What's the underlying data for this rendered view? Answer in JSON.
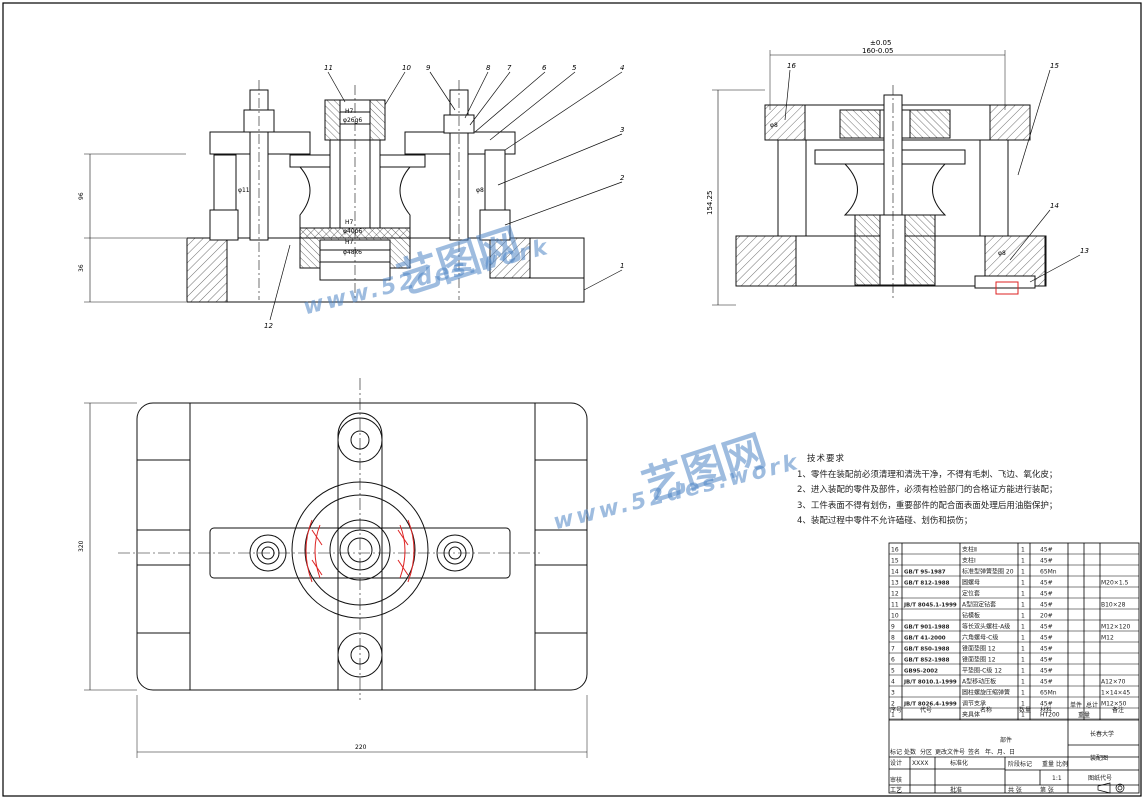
{
  "callouts": [
    "1",
    "2",
    "3",
    "4",
    "5",
    "6",
    "7",
    "8",
    "9",
    "10",
    "11",
    "12",
    "13",
    "14",
    "15",
    "16"
  ],
  "dims": {
    "left_h1": "96",
    "left_h2": "36",
    "fit_sec1": "H7",
    "fit_sec2": "φ26g6",
    "fit_mid1": "H7",
    "fit_mid2": "φ40p6",
    "fit_mid3": "H7",
    "fit_mid4": "φ48k6",
    "fit_pin": "φ11",
    "fit_pin2": "φ8",
    "right_tol": "±0.05",
    "right_width": "160-0.05",
    "right_h": "154.25",
    "right_small": "φ8",
    "right_small2": "φ8",
    "plan_h": "320",
    "plan_w": "220"
  },
  "tech": {
    "title": "技术要求",
    "items": [
      "1、零件在装配前必须清理和清洗干净，不得有毛刺、飞边、氧化皮；",
      "2、进入装配的零件及部件，必须有检验部门的合格证方能进行装配；",
      "3、工件表面不得有划伤，重要部件的配合面表面处理后用油脂保护；",
      "4、装配过程中零件不允许磕碰、划伤和损伤；"
    ]
  },
  "bom": [
    {
      "no": "16",
      "code": "",
      "name": "支柱Ⅱ",
      "qty": "1",
      "mat": "45#",
      "note": ""
    },
    {
      "no": "15",
      "code": "",
      "name": "支柱Ⅰ",
      "qty": "1",
      "mat": "45#",
      "note": ""
    },
    {
      "no": "14",
      "code": "GB/T 95-1987",
      "name": "标准型弹簧垫圈 20",
      "qty": "1",
      "mat": "65Mn",
      "note": ""
    },
    {
      "no": "13",
      "code": "GB/T 812-1988",
      "name": "圆螺母",
      "qty": "1",
      "mat": "45#",
      "note": "M20×1.5"
    },
    {
      "no": "12",
      "code": "",
      "name": "定位套",
      "qty": "1",
      "mat": "45#",
      "note": ""
    },
    {
      "no": "11",
      "code": "JB/T 8045.1-1999",
      "name": "A型固定钻套",
      "qty": "1",
      "mat": "45#",
      "note": "B10×28"
    },
    {
      "no": "10",
      "code": "",
      "name": "钻模板",
      "qty": "1",
      "mat": "20#",
      "note": ""
    },
    {
      "no": "9",
      "code": "GB/T 901-1988",
      "name": "等长双头螺柱-A级",
      "qty": "1",
      "mat": "45#",
      "note": "M12×120"
    },
    {
      "no": "8",
      "code": "GB/T 41-2000",
      "name": "六角螺母-C级",
      "qty": "1",
      "mat": "45#",
      "note": "M12"
    },
    {
      "no": "7",
      "code": "GB/T 850-1988",
      "name": "锥面垫圈 12",
      "qty": "1",
      "mat": "45#",
      "note": ""
    },
    {
      "no": "6",
      "code": "GB/T 852-1988",
      "name": "锥面垫圈 12",
      "qty": "1",
      "mat": "45#",
      "note": ""
    },
    {
      "no": "5",
      "code": "GB95-2002",
      "name": "平垫圈-C级 12",
      "qty": "1",
      "mat": "45#",
      "note": ""
    },
    {
      "no": "4",
      "code": "JB/T 8010.1-1999",
      "name": "A型移动压板",
      "qty": "1",
      "mat": "45#",
      "note": "A12×70"
    },
    {
      "no": "3",
      "code": "",
      "name": "圆柱螺旋压缩弹簧",
      "qty": "1",
      "mat": "65Mn",
      "note": "1×14×45"
    },
    {
      "no": "2",
      "code": "JB/T 8026.4-1999",
      "name": "调节支承",
      "qty": "1",
      "mat": "45#",
      "note": "M12×50"
    },
    {
      "no": "1",
      "code": "",
      "name": "夹具体",
      "qty": "1",
      "mat": "HT200",
      "note": ""
    }
  ],
  "bom_header": {
    "no": "序号",
    "code": "代号",
    "name": "名称",
    "qty": "数量",
    "mat": "材料",
    "single": "单件",
    "total": "总计",
    "weight": "重量",
    "note": "备注"
  },
  "title_block": {
    "org": "长春大学",
    "part": "部件",
    "drawing": "装配图",
    "drawing_no": "图纸代号",
    "stage": "阶段标记",
    "weight": "重量",
    "scale_label": "比例",
    "scale": "1:1",
    "design": "设计",
    "design_val": "XXXX",
    "standard": "标准化",
    "review": "审核",
    "process": "工艺",
    "approve": "批准",
    "mark": "标记",
    "count": "处数",
    "zone": "分区",
    "change_no": "更改文件号",
    "sign": "签名",
    "date": "年、月、日",
    "sheets": "共  张",
    "sheet": "第  张"
  },
  "watermark": {
    "brand": "艺图网",
    "url": "www.52des.work"
  }
}
